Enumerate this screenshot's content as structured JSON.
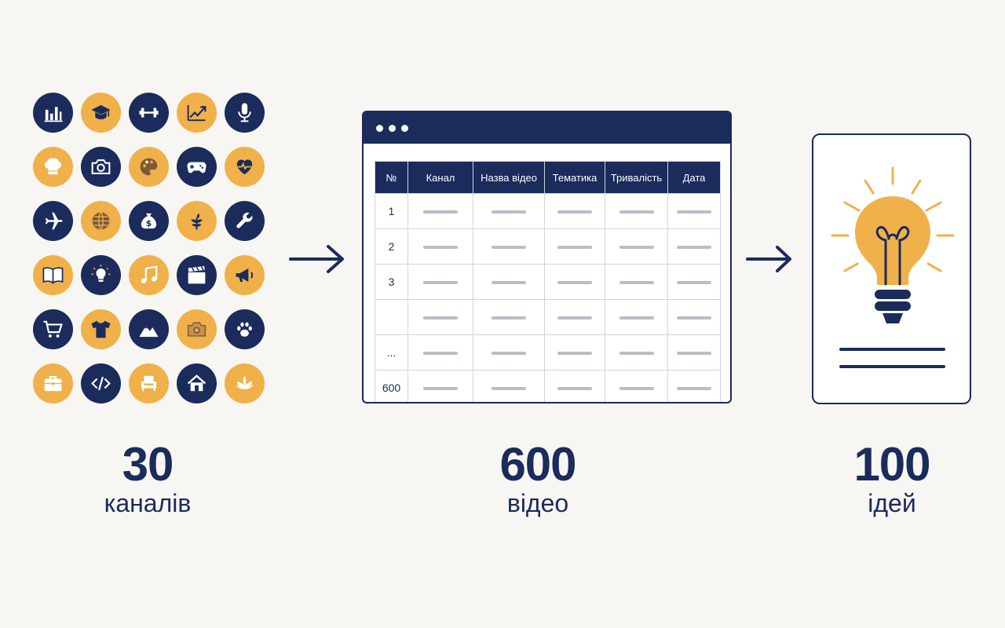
{
  "colors": {
    "navy": "#1a2b5c",
    "gold": "#f0b14a",
    "background": "#f8f6f2"
  },
  "channels": {
    "count": "30",
    "label": "каналів",
    "icons": [
      {
        "name": "bar-chart-icon",
        "bg": "navy"
      },
      {
        "name": "graduation-cap-icon",
        "bg": "gold"
      },
      {
        "name": "dumbbell-icon",
        "bg": "navy"
      },
      {
        "name": "trending-up-icon",
        "bg": "gold"
      },
      {
        "name": "microphone-icon",
        "bg": "navy"
      },
      {
        "name": "chef-hat-icon",
        "bg": "gold"
      },
      {
        "name": "camera-icon",
        "bg": "navy"
      },
      {
        "name": "palette-icon",
        "bg": "gold"
      },
      {
        "name": "gamepad-icon",
        "bg": "navy"
      },
      {
        "name": "heart-pulse-icon",
        "bg": "gold"
      },
      {
        "name": "airplane-icon",
        "bg": "navy"
      },
      {
        "name": "globe-icon",
        "bg": "gold"
      },
      {
        "name": "money-bag-icon",
        "bg": "navy"
      },
      {
        "name": "plant-icon",
        "bg": "gold"
      },
      {
        "name": "wrench-icon",
        "bg": "navy"
      },
      {
        "name": "book-icon",
        "bg": "gold"
      },
      {
        "name": "lightbulb-icon",
        "bg": "navy"
      },
      {
        "name": "music-note-icon",
        "bg": "gold"
      },
      {
        "name": "clapperboard-icon",
        "bg": "navy"
      },
      {
        "name": "megaphone-icon",
        "bg": "gold"
      },
      {
        "name": "shopping-cart-icon",
        "bg": "navy"
      },
      {
        "name": "t-shirt-icon",
        "bg": "gold"
      },
      {
        "name": "mountain-icon",
        "bg": "navy"
      },
      {
        "name": "photo-camera-icon",
        "bg": "gold"
      },
      {
        "name": "paw-icon",
        "bg": "navy"
      },
      {
        "name": "briefcase-icon",
        "bg": "gold"
      },
      {
        "name": "code-icon",
        "bg": "navy"
      },
      {
        "name": "armchair-icon",
        "bg": "gold"
      },
      {
        "name": "house-icon",
        "bg": "navy"
      },
      {
        "name": "lotus-icon",
        "bg": "gold"
      }
    ]
  },
  "videos": {
    "count": "600",
    "label": "відео",
    "table": {
      "headers": [
        "№",
        "Канал",
        "Назва відео",
        "Тематика",
        "Тривалість",
        "Дата"
      ],
      "row_numbers": [
        "1",
        "2",
        "3",
        "",
        "...",
        "600"
      ]
    }
  },
  "ideas": {
    "count": "100",
    "label": "ідей"
  }
}
